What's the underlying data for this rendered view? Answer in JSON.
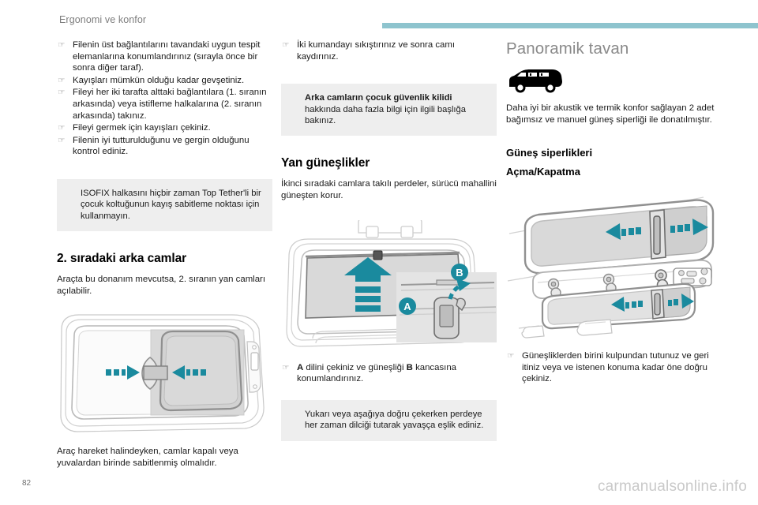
{
  "header": {
    "chapter_label": "Ergonomi ve konfor",
    "rule_color": "#8ec4ce"
  },
  "column1": {
    "steps": [
      "Filenin üst bağlantılarını tavandaki uygun tespit elemanlarına konumlandırınız (sırayla önce bir sonra diğer taraf).",
      "Kayışları mümkün olduğu kadar gevşetiniz.",
      "Fileyi her iki tarafta alttaki bağlantılara (1. sıranın arkasında) veya istifleme halkalarına (2. sıranın arkasında) takınız.",
      "Fileyi germek için kayışları çekiniz.",
      "Filenin iyi tutturulduğunu ve gergin olduğunu kontrol ediniz."
    ],
    "warning": {
      "icon": "warning-icon",
      "text": "ISOFIX halkasını hiçbir zaman Top Tether'li bir çocuk koltuğunun kayış sabitleme noktası için kullanmayın.",
      "color": "#e8332a"
    },
    "heading": "2. sıradaki arka camlar",
    "intro": "Araçta bu donanım mevcutsa, 2. sıranın yan camları açılabilir.",
    "figure_name": "sliding-rear-window-diagram",
    "closing": "Araç hareket halindeyken, camlar kapalı veya yuvalardan birinde sabitlenmiş olmalıdır."
  },
  "column2": {
    "step_top": "İki kumandayı sıkıştırınız ve sonra camı kaydırınız.",
    "info_top": {
      "icon": "info-icon",
      "bold_lead": "Arka camların çocuk güvenlik kilidi",
      "text": " hakkında daha fazla bilgi için ilgili başlığa bakınız.",
      "color": "#2196c4"
    },
    "heading": "Yan güneşlikler",
    "intro": "İkinci sıradaki camlara takılı perdeler, sürücü mahallini güneşten korur.",
    "figure_name": "side-sunblind-diagram",
    "figure_labels": [
      "A",
      "B"
    ],
    "step_bottom_pre": "",
    "step_bottom_a": "A",
    "step_bottom_mid": " dilini çekiniz ve güneşliği ",
    "step_bottom_b": "B",
    "step_bottom_post": " kancasına konumlandırınız.",
    "info_bottom": {
      "icon": "info-icon",
      "text": "Yukarı veya aşağıya doğru çekerken perdeye her zaman dilciği tutarak yavaşça eşlik ediniz.",
      "color": "#2196c4"
    }
  },
  "column3": {
    "heading": "Panoramik tavan",
    "vehicle_icon": "van-silhouette-icon",
    "intro": "Daha iyi bir akustik ve termik konfor sağlayan 2 adet bağımsız ve manuel güneş siperliği ile donatılmıştır.",
    "sub_heading_1": "Güneş siperlikleri",
    "sub_heading_2": "Açma/Kapatma",
    "figure_name": "panoramic-roof-blind-diagram",
    "step": "Güneşliklerden birini kulpundan tutunuz ve geri itiniz veya ve istenen konuma kadar öne doğru çekiniz."
  },
  "footer": {
    "page_number": "82",
    "watermark": "carmanualsonline.info"
  },
  "bullet_glyph": "☞",
  "accent_teal": "#1a8a9e"
}
